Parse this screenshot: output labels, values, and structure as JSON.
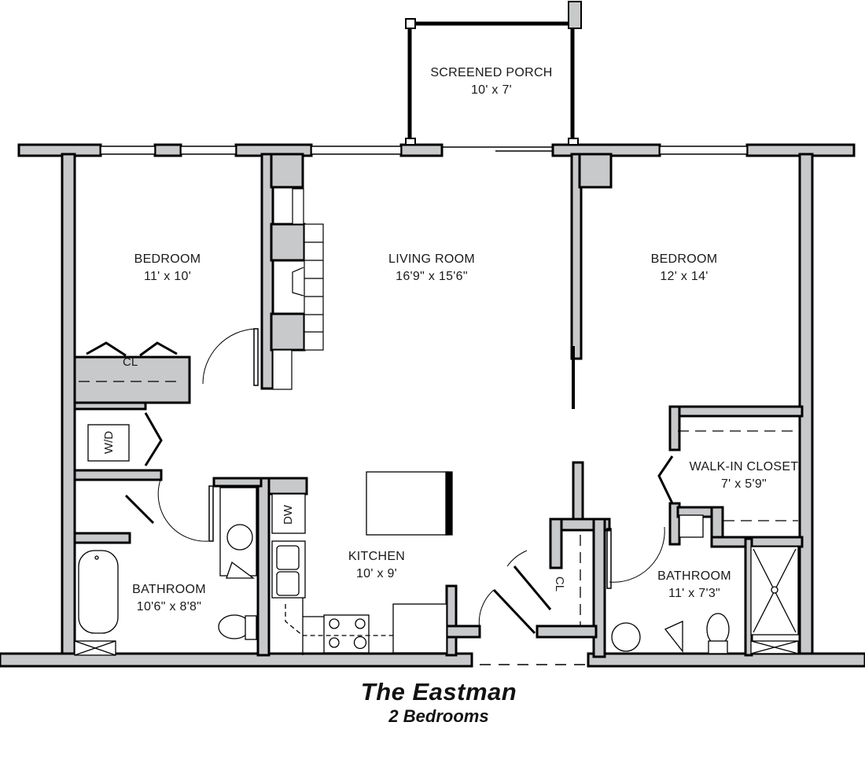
{
  "plan": {
    "name": "The Eastman",
    "subtitle": "2 Bedrooms"
  },
  "colors": {
    "wall_fill": "#c8c9cb",
    "wall_stroke": "#000000",
    "background": "#ffffff",
    "text": "#1a1a1a"
  },
  "rooms": [
    {
      "id": "screened-porch",
      "name": "SCREENED PORCH",
      "dimensions": "10' x 7'"
    },
    {
      "id": "bedroom-1",
      "name": "BEDROOM",
      "dimensions": "11' x 10'"
    },
    {
      "id": "living-room",
      "name": "LIVING ROOM",
      "dimensions": "16'9\" x 15'6\""
    },
    {
      "id": "bedroom-2",
      "name": "BEDROOM",
      "dimensions": "12' x 14'"
    },
    {
      "id": "walk-in-closet",
      "name": "WALK-IN CLOSET",
      "dimensions": "7' x 5'9\""
    },
    {
      "id": "kitchen",
      "name": "KITCHEN",
      "dimensions": "10' x 9'"
    },
    {
      "id": "bathroom-1",
      "name": "BATHROOM",
      "dimensions": "10'6\" x 8'8\""
    },
    {
      "id": "bathroom-2",
      "name": "BATHROOM",
      "dimensions": "11' x 7'3\""
    }
  ],
  "fixtures": {
    "closet_bedroom": "CL",
    "closet_hall": "CL",
    "washer_dryer": "W/D",
    "dishwasher": "DW"
  }
}
